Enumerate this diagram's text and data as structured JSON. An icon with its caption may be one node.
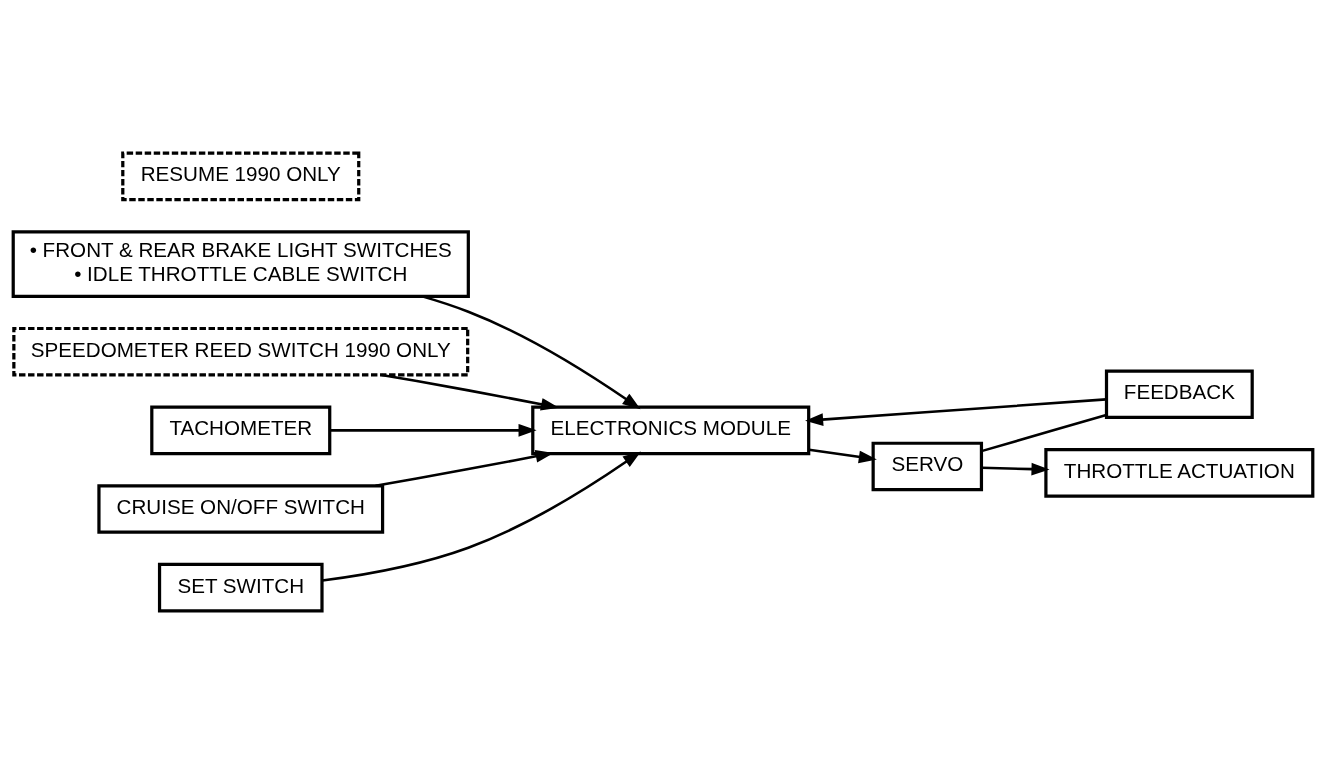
{
  "diagram": {
    "nodes": [
      {
        "text": [
          "• FRONT & REAR BRAKE LIGHT SWITCHES",
          "• IDLE THROTTLE CABLE SWITCH"
        ]
      },
      {
        "text": [
          "SPEEDOMETER REED SWITCH 1990 ONLY"
        ]
      },
      {
        "text": [
          "TACHOMETER"
        ]
      },
      {
        "text": [
          "ELECTRONICS MODULE"
        ]
      },
      {
        "text": [
          "SERVO"
        ]
      },
      {
        "text": [
          "CRUISE ON/OFF SWITCH"
        ]
      },
      {
        "text": [
          "FEEDBACK"
        ]
      },
      {
        "text": [
          "SET SWITCH"
        ]
      },
      {
        "text": [
          "RESUME 1990 ONLY"
        ]
      },
      {
        "text": [
          "THROTTLE ACTUATION"
        ]
      }
    ],
    "edges": [
      {
        "from": 0,
        "to": 3,
        "arrow": "to"
      },
      {
        "from": 1,
        "to": 3,
        "arrow": "to"
      },
      {
        "from": 2,
        "to": 3,
        "arrow": "to"
      },
      {
        "from": 5,
        "to": 3,
        "arrow": "to"
      },
      {
        "from": 7,
        "to": 3,
        "arrow": "to"
      },
      {
        "from": 3,
        "to": 4,
        "arrow": "to"
      },
      {
        "from": 4,
        "to": 6,
        "arrow": "none"
      },
      {
        "from": 6,
        "to": 3,
        "arrow": "to"
      },
      {
        "from": 4,
        "to": 9,
        "arrow": "to"
      }
    ]
  }
}
